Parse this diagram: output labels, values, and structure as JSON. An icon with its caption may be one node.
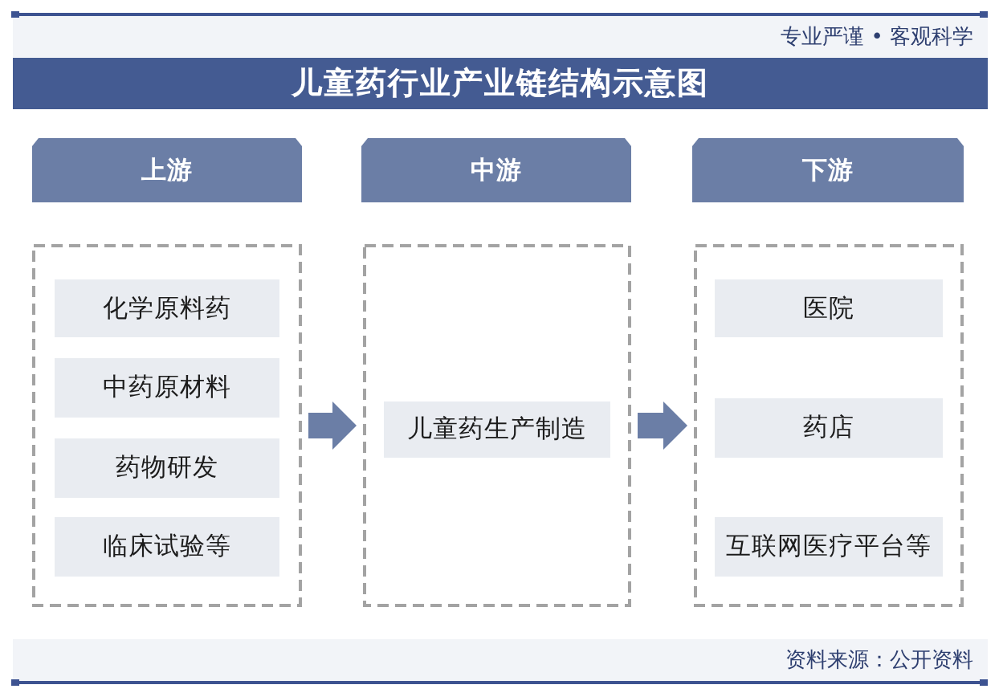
{
  "diagram": {
    "title": "儿童药行业产业链结构示意图",
    "nodes": [
      {
        "text": [
          "上游"
        ]
      },
      {
        "text": [
          "中游"
        ]
      },
      {
        "text": [
          "下游"
        ]
      },
      {
        "text": [],
        "shape": "box"
      },
      {
        "text": [
          "化学原料药"
        ],
        "in": 3
      },
      {
        "text": [
          "中药原材料"
        ],
        "in": 3
      },
      {
        "text": [
          "药物研发"
        ],
        "in": 3
      },
      {
        "text": [
          "临床试验等"
        ],
        "in": 3
      },
      {
        "text": [],
        "shape": "box"
      },
      {
        "text": [
          "儿童药生产制造"
        ],
        "in": 8
      },
      {
        "text": [],
        "shape": "box"
      },
      {
        "text": [
          "医院"
        ],
        "in": 10
      },
      {
        "text": [
          "药店"
        ],
        "in": 10
      },
      {
        "text": [
          "互联网医疗平台等"
        ],
        "in": 10
      }
    ],
    "edges": [
      {
        "from": 3,
        "to": 8,
        "arrow": "to"
      },
      {
        "from": 8,
        "to": 10,
        "arrow": "to"
      }
    ],
    "labels": [
      "专业严谨 • 客观科学",
      "资料来源：公开资料"
    ]
  }
}
